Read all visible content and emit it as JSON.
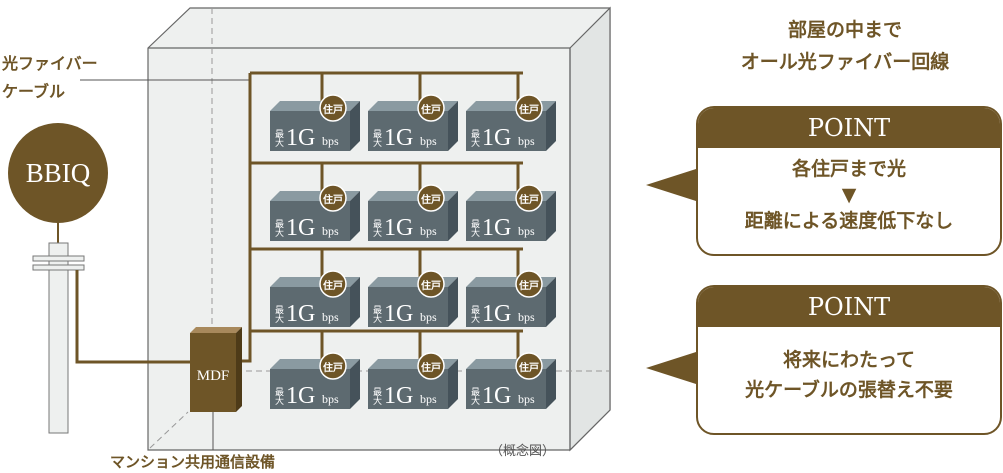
{
  "labels": {
    "fiber_line1": "光ファイバー",
    "fiber_line2": "ケーブル",
    "bbiq": "BBIQ",
    "mdf": "MDF",
    "mdf_caption": "マンション共用通信設備",
    "concept": "（概念図）",
    "unit_badge": "住戸",
    "unit_max": "最大",
    "unit_speed": "1G",
    "unit_bps": "bps"
  },
  "header": {
    "line1": "部屋の中まで",
    "line2": "オール光ファイバー回線"
  },
  "points": [
    {
      "title": "POINT",
      "line1": "各住戸まで光",
      "arrow": "▼",
      "line2": "距離による速度低下なし"
    },
    {
      "title": "POINT",
      "line1": "将来にわたって",
      "line2": "光ケーブルの張替え不要"
    }
  ],
  "grid": {
    "rows": 4,
    "cols": 3
  },
  "colors": {
    "brown": "#6e5527",
    "unit": "#5d6a70",
    "building": "#eef0ef"
  }
}
